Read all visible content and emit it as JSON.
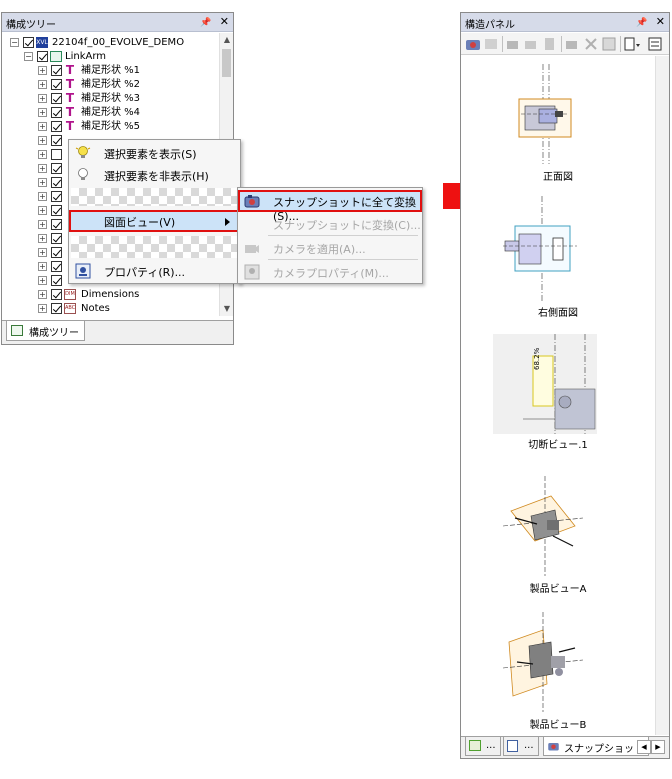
{
  "tree_panel": {
    "title": "構成ツリー",
    "pin_glyph": "📌",
    "close_glyph": "✕",
    "root_label": "22104f_00_EVOLVE_DEMO",
    "root_icon_text": "XVL",
    "assembly_label": "LinkArm",
    "features": [
      "補足形状 %1",
      "補足形状 %2",
      "補足形状 %3",
      "補足形状 %4",
      "補足形状 %5"
    ],
    "bottom_items": [
      "Dimensions",
      "Notes"
    ],
    "tab_label": "構成ツリー"
  },
  "context_menu": {
    "items": [
      {
        "label": "選択要素を表示(S)",
        "icon": "lightbulb-on-icon"
      },
      {
        "label": "選択要素を非表示(H)",
        "icon": "lightbulb-off-icon"
      },
      {
        "label": "図面ビュー(V)",
        "icon": "none",
        "selected": true
      },
      {
        "label": "プロパティ(R)...",
        "icon": "properties-icon"
      }
    ]
  },
  "sub_menu": {
    "items": [
      {
        "label": "スナップショットに全て変換(S)...",
        "enabled": true,
        "selected": true
      },
      {
        "label": "スナップショットに変換(C)...",
        "enabled": false
      },
      {
        "label": "カメラを適用(A)...",
        "enabled": false
      },
      {
        "label": "カメラプロパティ(M)...",
        "enabled": false
      }
    ]
  },
  "struct_panel": {
    "title": "構造パネル",
    "pin_glyph": "📌",
    "close_glyph": "✕",
    "thumbnails": [
      {
        "caption": "正面図"
      },
      {
        "caption": "右側面図"
      },
      {
        "caption": "切断ビュー.1",
        "dim_label": "68.2%"
      },
      {
        "caption": "製品ビューA"
      },
      {
        "caption": "製品ビューB"
      }
    ],
    "tabs": [
      {
        "label": "..."
      },
      {
        "label": "..."
      },
      {
        "label": "スナップショット"
      }
    ],
    "nav_prev": "◀",
    "nav_next": "▶"
  },
  "colors": {
    "highlight_border": "#e01010",
    "menu_selected_bg": "#cce3f8",
    "arrow": "#ee1111",
    "title_bar": "#d6dbe9"
  }
}
